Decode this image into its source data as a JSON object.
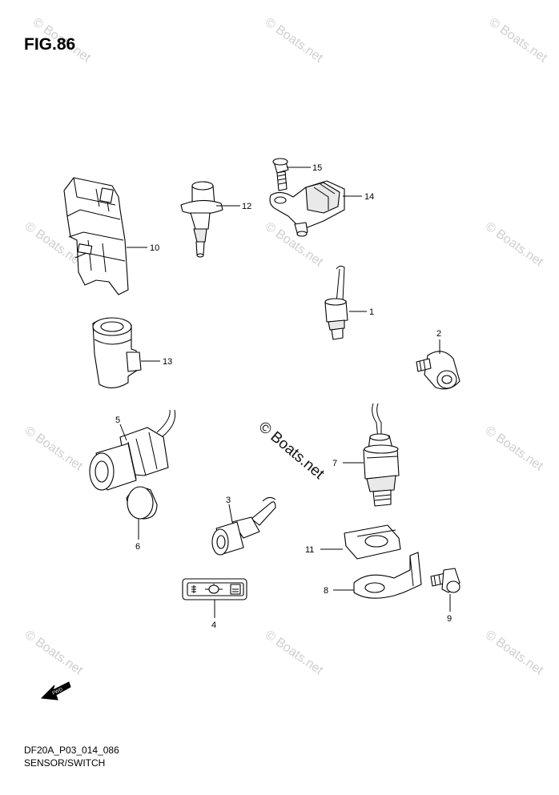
{
  "figure": {
    "title": "FIG.86",
    "code": "DF20A_P03_014_086",
    "description": "SENSOR/SWITCH"
  },
  "watermark": {
    "text": "© Boats.net",
    "center_text": "© Boats.net"
  },
  "callouts": [
    "1",
    "2",
    "3",
    "4",
    "5",
    "6",
    "7",
    "8",
    "9",
    "10",
    "11",
    "12",
    "13",
    "14",
    "15"
  ],
  "fwd_label": "FWD"
}
